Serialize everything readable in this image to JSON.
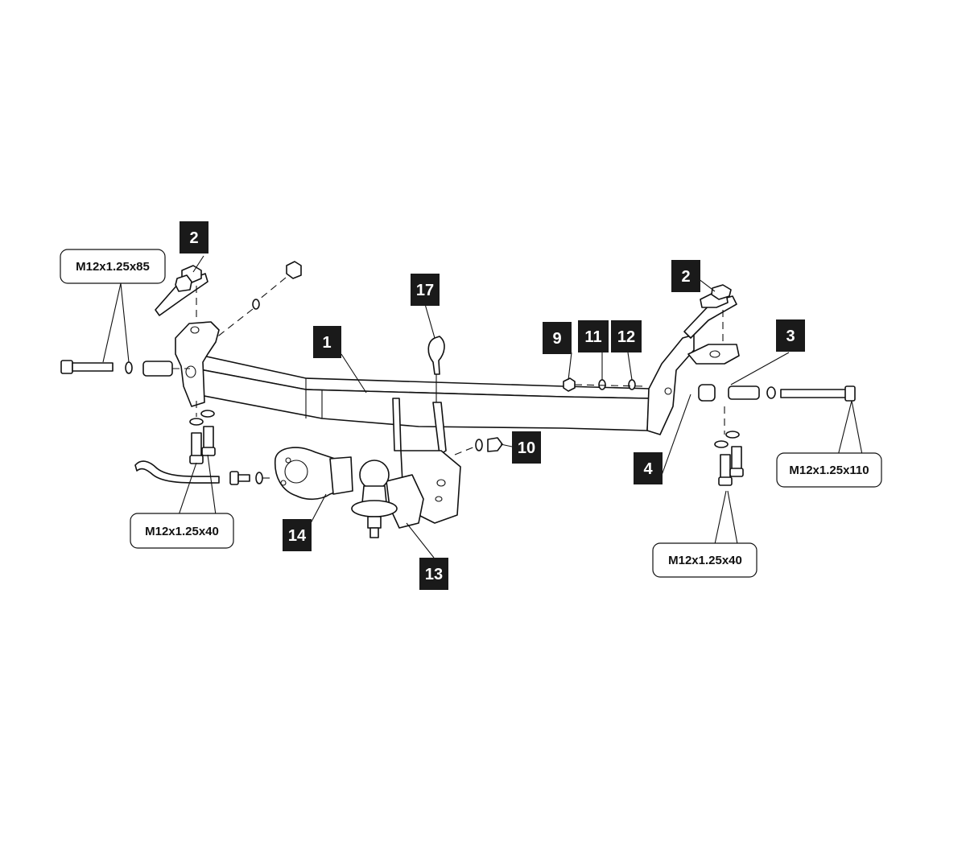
{
  "diagram": {
    "callouts": [
      {
        "id": "callout-1",
        "label": "1"
      },
      {
        "id": "callout-2-left",
        "label": "2"
      },
      {
        "id": "callout-2-right",
        "label": "2"
      },
      {
        "id": "callout-3",
        "label": "3"
      },
      {
        "id": "callout-4",
        "label": "4"
      },
      {
        "id": "callout-9",
        "label": "9"
      },
      {
        "id": "callout-10",
        "label": "10"
      },
      {
        "id": "callout-11",
        "label": "11"
      },
      {
        "id": "callout-12",
        "label": "12"
      },
      {
        "id": "callout-13",
        "label": "13"
      },
      {
        "id": "callout-14",
        "label": "14"
      },
      {
        "id": "callout-17",
        "label": "17"
      }
    ],
    "bolt_specs": [
      {
        "id": "spec-left-long",
        "label": "M12x1.25x85"
      },
      {
        "id": "spec-left-short",
        "label": "M12x1.25x40"
      },
      {
        "id": "spec-right-long",
        "label": "M12x1.25x110"
      },
      {
        "id": "spec-right-short",
        "label": "M12x1.25x40"
      }
    ]
  }
}
